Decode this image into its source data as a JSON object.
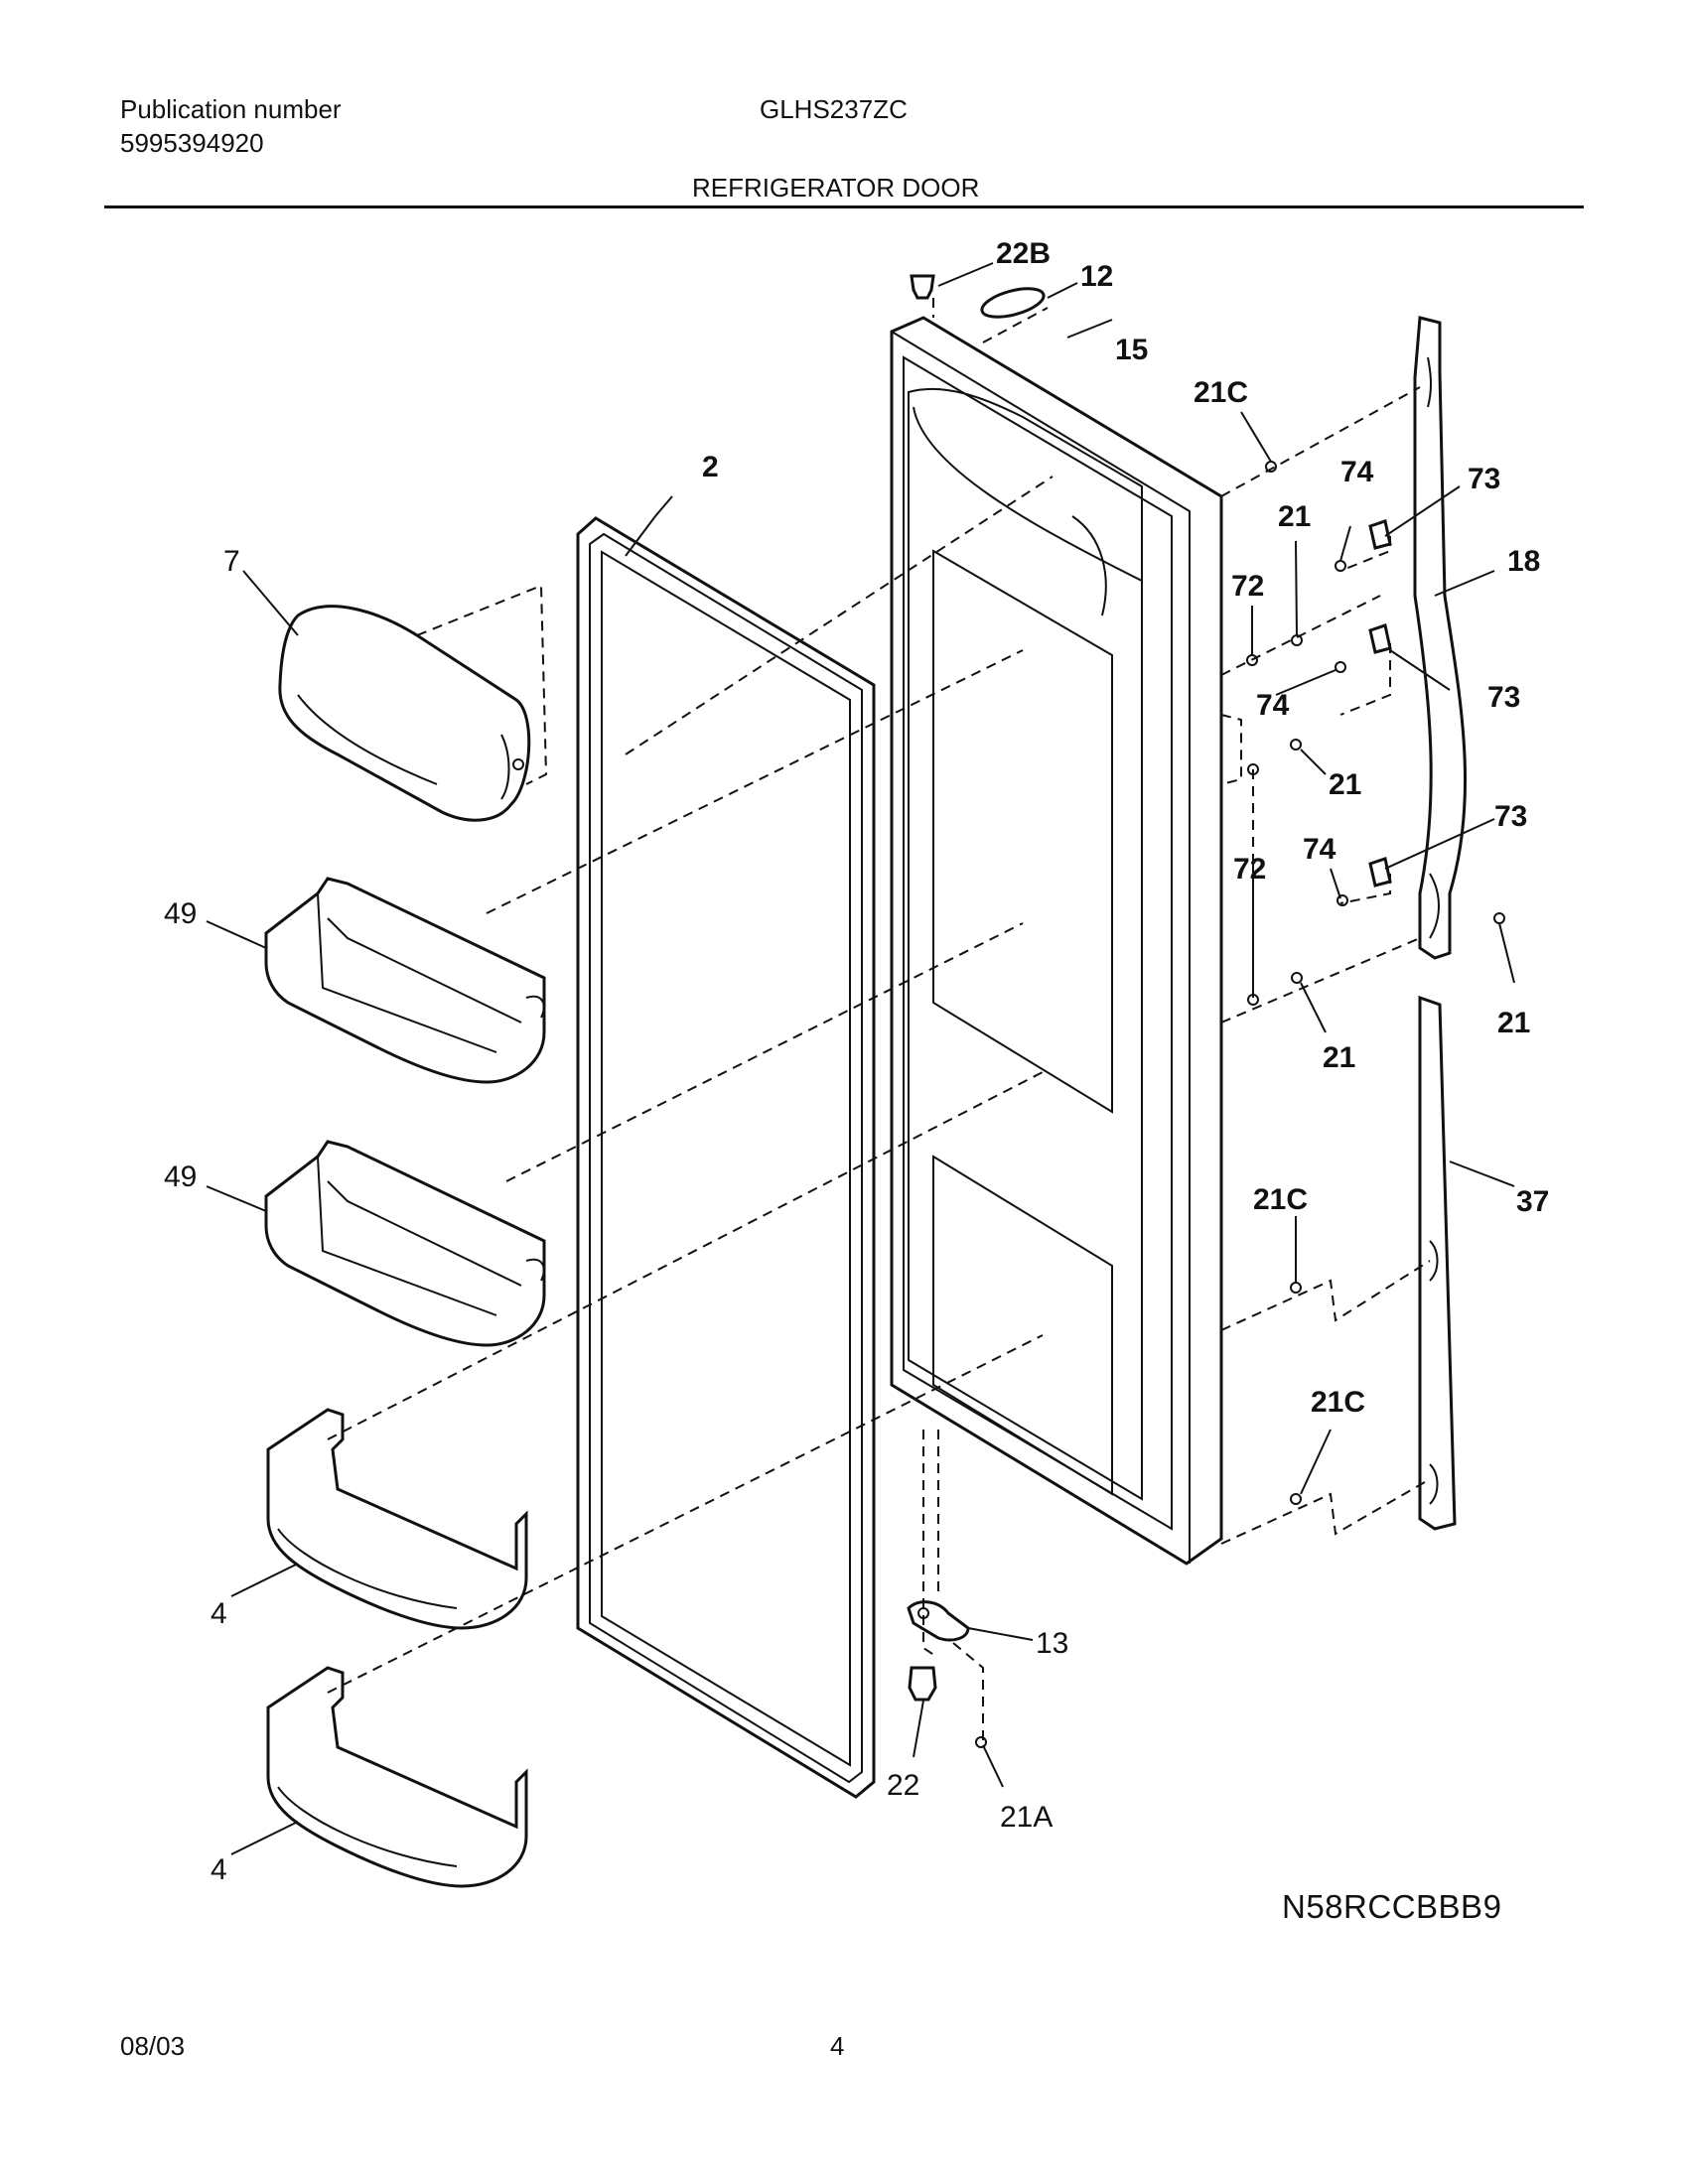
{
  "header": {
    "publication_label": "Publication number",
    "publication_number": "5995394920",
    "model": "GLHS237ZC",
    "section_title": "REFRIGERATOR DOOR"
  },
  "callouts": {
    "c22B": "22B",
    "c12": "12",
    "c15": "15",
    "c21C_top": "21C",
    "c2": "2",
    "c74_a": "74",
    "c73_a": "73",
    "c21_a": "21",
    "c18": "18",
    "c7": "7",
    "c72_a": "72",
    "c74_b": "74",
    "c73_b": "73",
    "c21_b": "21",
    "c74_c": "74",
    "c73_c": "73",
    "c72_b": "72",
    "c49_a": "49",
    "c21_c": "21",
    "c21_d": "21",
    "c49_b": "49",
    "c21C_mid": "21C",
    "c37": "37",
    "c21C_low": "21C",
    "c4_a": "4",
    "c13": "13",
    "c22": "22",
    "c21A": "21A",
    "c4_b": "4"
  },
  "footer": {
    "drawing_code": "N58RCCBBB9",
    "date": "08/03",
    "page": "4"
  }
}
